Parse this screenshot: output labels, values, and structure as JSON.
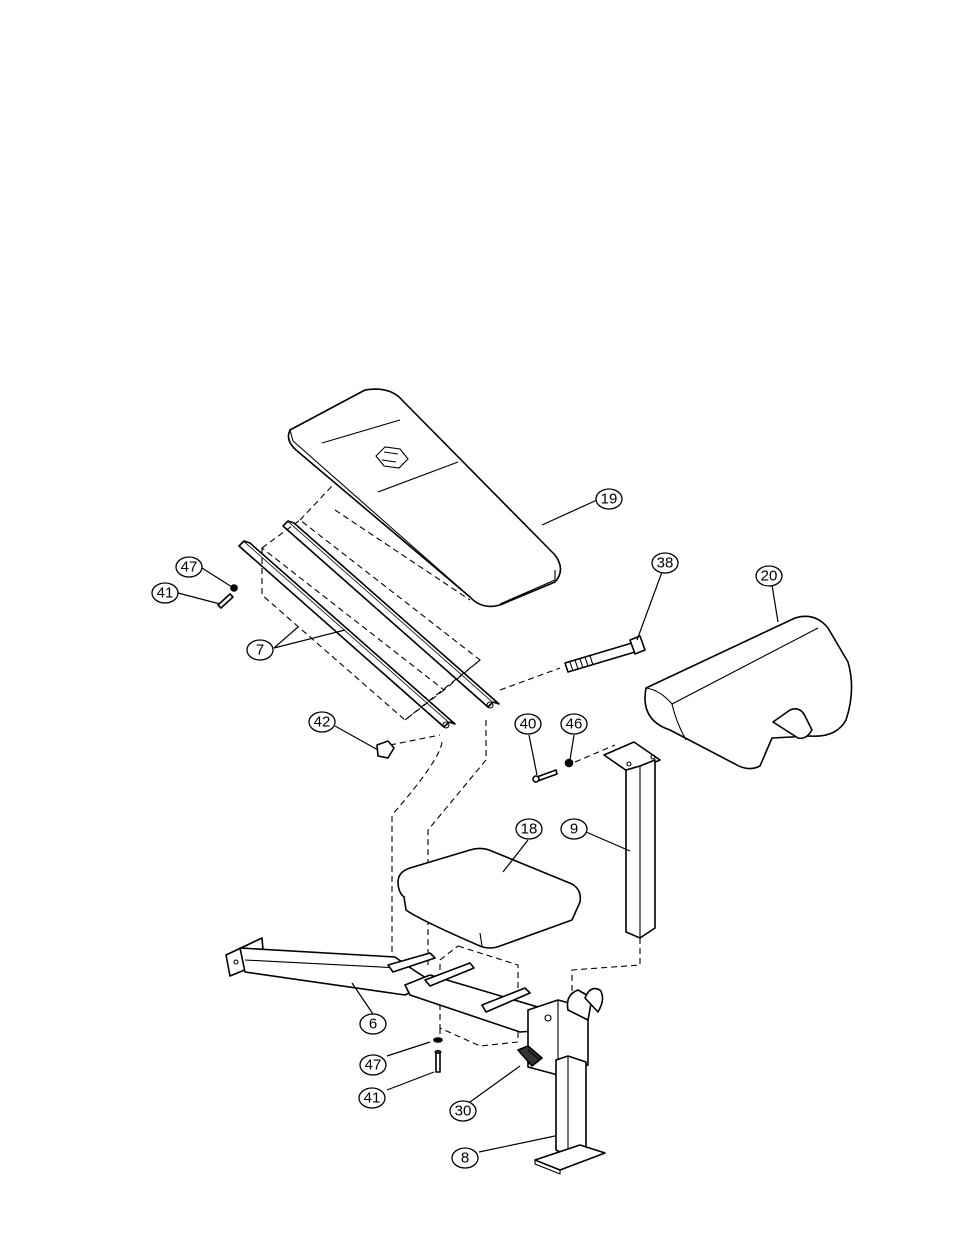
{
  "callouts": [
    {
      "id": "c19",
      "label": "19"
    },
    {
      "id": "c38",
      "label": "38"
    },
    {
      "id": "c20",
      "label": "20"
    },
    {
      "id": "c47a",
      "label": "47"
    },
    {
      "id": "c41a",
      "label": "41"
    },
    {
      "id": "c7",
      "label": "7"
    },
    {
      "id": "c42",
      "label": "42"
    },
    {
      "id": "c40",
      "label": "40"
    },
    {
      "id": "c46",
      "label": "46"
    },
    {
      "id": "c18",
      "label": "18"
    },
    {
      "id": "c9",
      "label": "9"
    },
    {
      "id": "c6",
      "label": "6"
    },
    {
      "id": "c47b",
      "label": "47"
    },
    {
      "id": "c41b",
      "label": "41"
    },
    {
      "id": "c30",
      "label": "30"
    },
    {
      "id": "c8",
      "label": "8"
    }
  ]
}
